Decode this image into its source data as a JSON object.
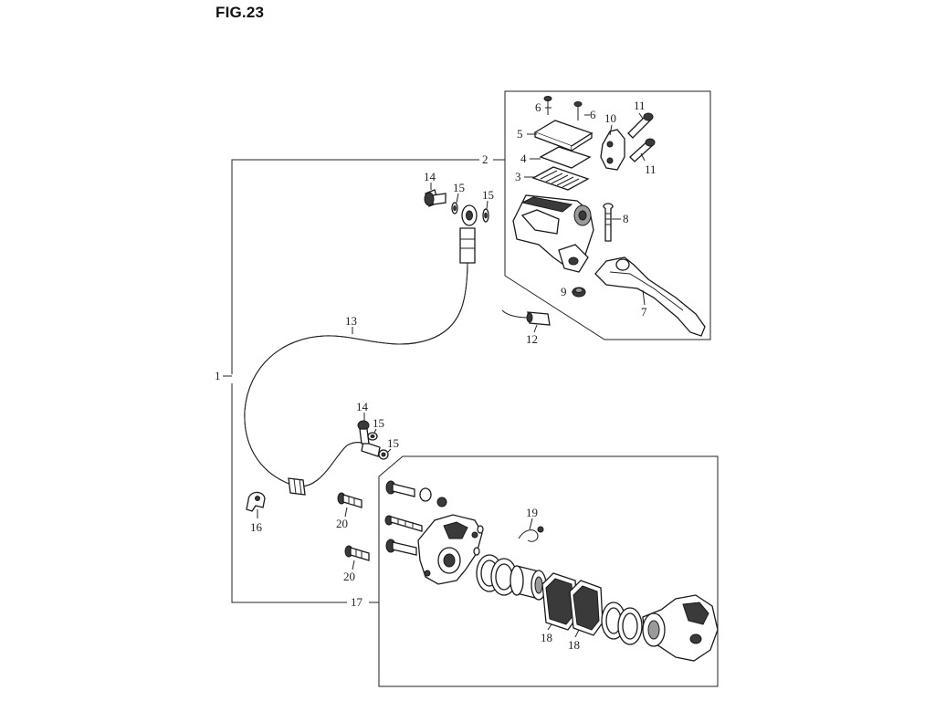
{
  "figure": {
    "title": "FIG.23"
  },
  "callouts": [
    {
      "id": "c1",
      "text": "1"
    },
    {
      "id": "c2",
      "text": "2"
    },
    {
      "id": "c3",
      "text": "3"
    },
    {
      "id": "c4",
      "text": "4"
    },
    {
      "id": "c5",
      "text": "5"
    },
    {
      "id": "c6a",
      "text": "6"
    },
    {
      "id": "c6b",
      "text": "6"
    },
    {
      "id": "c7",
      "text": "7"
    },
    {
      "id": "c8",
      "text": "8"
    },
    {
      "id": "c9",
      "text": "9"
    },
    {
      "id": "c10",
      "text": "10"
    },
    {
      "id": "c11a",
      "text": "11"
    },
    {
      "id": "c11b",
      "text": "11"
    },
    {
      "id": "c12",
      "text": "12"
    },
    {
      "id": "c13",
      "text": "13"
    },
    {
      "id": "c14a",
      "text": "14"
    },
    {
      "id": "c14b",
      "text": "14"
    },
    {
      "id": "c15a",
      "text": "15"
    },
    {
      "id": "c15b",
      "text": "15"
    },
    {
      "id": "c15c",
      "text": "15"
    },
    {
      "id": "c15d",
      "text": "15"
    },
    {
      "id": "c16",
      "text": "16"
    },
    {
      "id": "c17",
      "text": "17"
    },
    {
      "id": "c18a",
      "text": "18"
    },
    {
      "id": "c18b",
      "text": "18"
    },
    {
      "id": "c19",
      "text": "19"
    },
    {
      "id": "c20a",
      "text": "20"
    },
    {
      "id": "c20b",
      "text": "20"
    }
  ]
}
